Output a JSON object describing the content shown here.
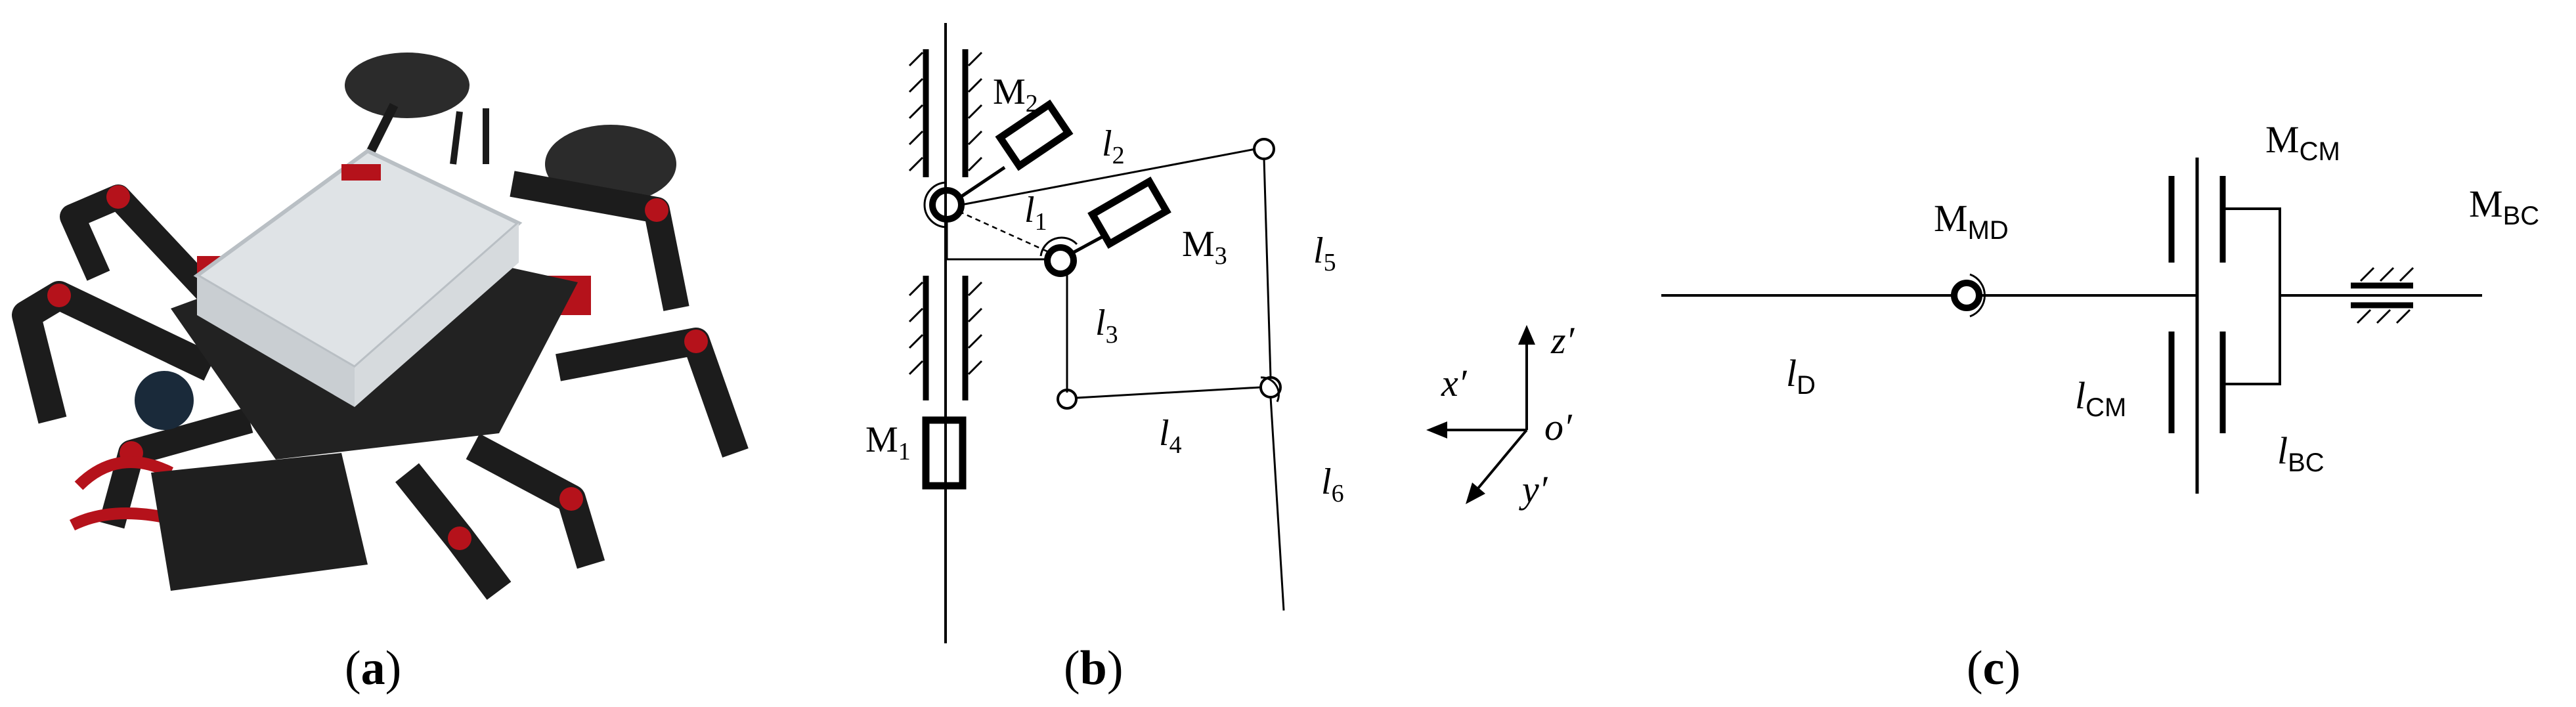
{
  "panels": {
    "a": {
      "caption_open": "(",
      "caption_letter": "a",
      "caption_close": ")"
    },
    "b": {
      "caption_open": "(",
      "caption_letter": "b",
      "caption_close": ")"
    },
    "c": {
      "caption_open": "(",
      "caption_letter": "c",
      "caption_close": ")"
    }
  },
  "b_labels": {
    "m1": "M",
    "m1_sub": "1",
    "m2": "M",
    "m2_sub": "2",
    "m3": "M",
    "m3_sub": "3",
    "l1": "l",
    "l1_sub": "1",
    "l2": "l",
    "l2_sub": "2",
    "l3": "l",
    "l3_sub": "3",
    "l4": "l",
    "l4_sub": "4",
    "l5": "l",
    "l5_sub": "5",
    "l6": "l",
    "l6_sub": "6",
    "axis_x": "x′",
    "axis_y": "y′",
    "axis_z": "z′",
    "axis_o": "o′"
  },
  "c_labels": {
    "mmd": "M",
    "mmd_sub": "MD",
    "mcm": "M",
    "mcm_sub": "CM",
    "mbc": "M",
    "mbc_sub": "BC",
    "ld": "l",
    "ld_sub": "D",
    "lcm": "l",
    "lcm_sub": "CM",
    "lbc": "l",
    "lbc_sub": "BC"
  },
  "colors": {
    "robot_body": "#1c1c1c",
    "robot_accent": "#b5121b",
    "robot_cover": "#dfe3e6",
    "line": "#000000"
  }
}
